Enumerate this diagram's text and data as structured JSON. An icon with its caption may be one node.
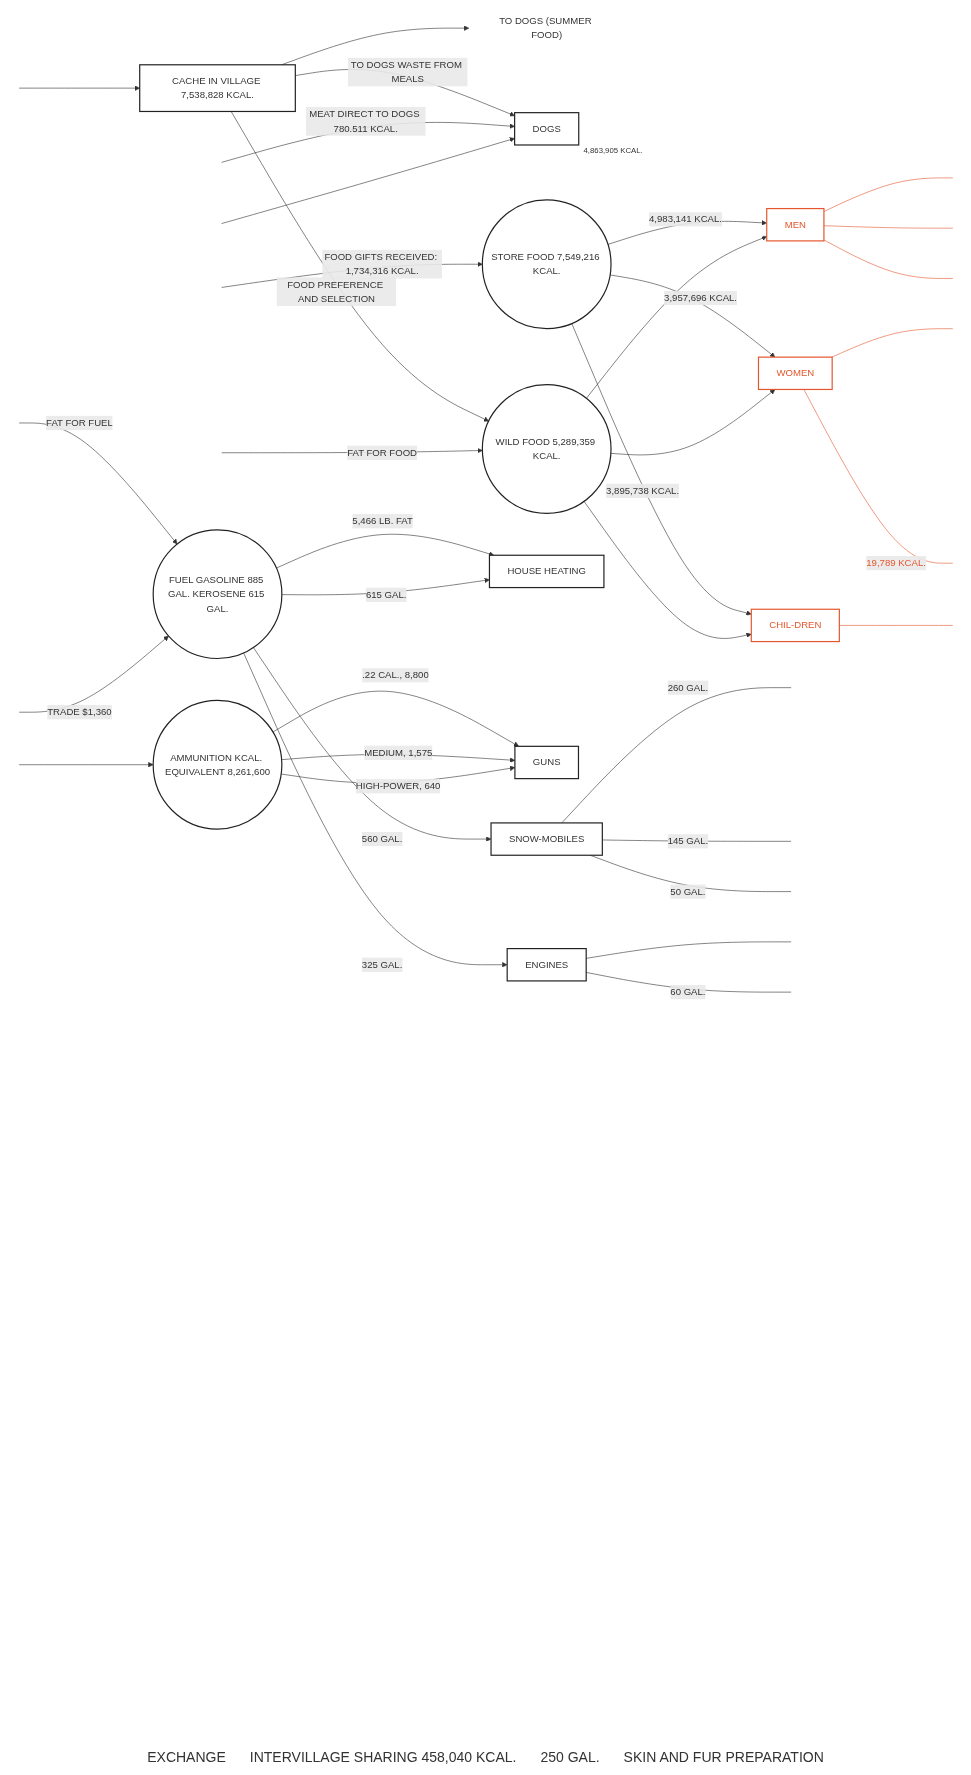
{
  "diagram": {
    "nodes": [
      {
        "text": [
          "CACHE IN VILLAGE 7,538,828 KCAL."
        ]
      },
      {
        "text": [
          "TO DOGS (SUMMER FOOD)"
        ]
      },
      {
        "text": [
          "DOGS"
        ],
        "beside": [
          "4,863,905 KCAL."
        ]
      },
      {
        "text": [
          "FUEL GASOLINE 885 GAL. KEROSENE 615 GAL."
        ]
      },
      {
        "text": [
          "SNOW-MOBILES"
        ]
      },
      {
        "text": [
          "ENGINES"
        ]
      },
      {
        "text": [
          "HOUSE HEATING"
        ]
      },
      {
        "text": [
          "AMMUNITION KCAL. EQUIVALENT 8,261,600"
        ]
      },
      {
        "text": [
          "GUNS"
        ]
      },
      {
        "text": [
          "STORE FOOD 7,549,216 KCAL."
        ]
      },
      {
        "text": [
          "WILD FOOD 5,289,359 KCAL."
        ]
      },
      {
        "text": [
          "MEN"
        ]
      },
      {
        "text": [
          "WOMEN"
        ]
      },
      {
        "text": [
          "CHIL-DREN"
        ]
      }
    ],
    "edges": [
      {
        "from": 0,
        "to": 1,
        "arrow": "to"
      },
      {
        "from": null,
        "to": 0,
        "arrow": "to"
      },
      {
        "from": 0,
        "to": 2,
        "arrow": "to",
        "label": "TO DOGS WASTE FROM MEALS"
      },
      {
        "from": 0,
        "to": 10,
        "arrow": "to",
        "label": "FOOD PREFERENCE AND SELECTION"
      },
      {
        "from": null,
        "to": 10,
        "arrow": "to",
        "label": "FAT FOR FOOD"
      },
      {
        "from": null,
        "to": 3,
        "arrow": "to",
        "label": "FAT FOR FUEL"
      },
      {
        "from": null,
        "to": 2,
        "arrow": "to",
        "label": "MEAT DIRECT TO DOGS 780.511 KCAL."
      },
      {
        "from": null,
        "to": 2,
        "arrow": "to"
      },
      {
        "from": 3,
        "to": 4,
        "arrow": "to",
        "label": "560 GAL."
      },
      {
        "from": 3,
        "to": 5,
        "arrow": "to",
        "label": "325 GAL."
      },
      {
        "from": 3,
        "to": 6,
        "arrow": "to",
        "label": "5,466 LB. FAT"
      },
      {
        "from": 3,
        "to": 6,
        "arrow": "to",
        "label": "615 GAL."
      },
      {
        "from": 4,
        "to": null,
        "arrow": "none",
        "label": "260 GAL."
      },
      {
        "from": 4,
        "to": null,
        "arrow": "none",
        "label": "145 GAL."
      },
      {
        "from": 4,
        "to": null,
        "arrow": "none",
        "label": "50 GAL."
      },
      {
        "from": 5,
        "to": null,
        "arrow": "none"
      },
      {
        "from": 5,
        "to": null,
        "arrow": "none",
        "label": "60 GAL."
      },
      {
        "from": 7,
        "to": 8,
        "arrow": "to",
        "label": ".22 CAL., 8,800"
      },
      {
        "from": 7,
        "to": 8,
        "arrow": "to",
        "label": "MEDIUM, 1,575"
      },
      {
        "from": 7,
        "to": 8,
        "arrow": "to",
        "label": "HIGH-POWER, 640"
      },
      {
        "from": null,
        "to": 3,
        "arrow": "to",
        "label": "TRADE $1,360"
      },
      {
        "from": null,
        "to": 7,
        "arrow": "to"
      },
      {
        "from": null,
        "to": 9,
        "arrow": "to",
        "label": "FOOD GIFTS RECEIVED: 1,734,316 KCAL."
      },
      {
        "from": 9,
        "to": 11,
        "arrow": "to",
        "label": "4,983,141 KCAL."
      },
      {
        "from": 10,
        "to": 11,
        "arrow": "to"
      },
      {
        "from": 9,
        "to": 12,
        "arrow": "to",
        "label": "3,957,696 KCAL."
      },
      {
        "from": 10,
        "to": 12,
        "arrow": "to"
      },
      {
        "from": 9,
        "to": 13,
        "arrow": "to",
        "label": "3,895,738 KCAL."
      },
      {
        "from": 10,
        "to": 13,
        "arrow": "to"
      },
      {
        "from": 11,
        "to": null,
        "arrow": "none",
        "color": "#e4572e"
      },
      {
        "from": 11,
        "to": null,
        "arrow": "none",
        "color": "#e4572e"
      },
      {
        "from": 11,
        "to": null,
        "arrow": "none",
        "color": "#e4572e"
      },
      {
        "from": 12,
        "to": null,
        "arrow": "none",
        "color": "#e4572e"
      },
      {
        "from": 12,
        "to": null,
        "arrow": "none",
        "color": "#e4572e",
        "label": "19,789 KCAL."
      },
      {
        "from": 13,
        "to": null,
        "arrow": "none",
        "color": "#e4572e"
      }
    ],
    "labels": [
      "EXCHANGE",
      "INTERVILLAGE SHARING 458,040 KCAL.",
      "250 GAL.",
      "SKIN AND FUR PREPARATION"
    ]
  }
}
